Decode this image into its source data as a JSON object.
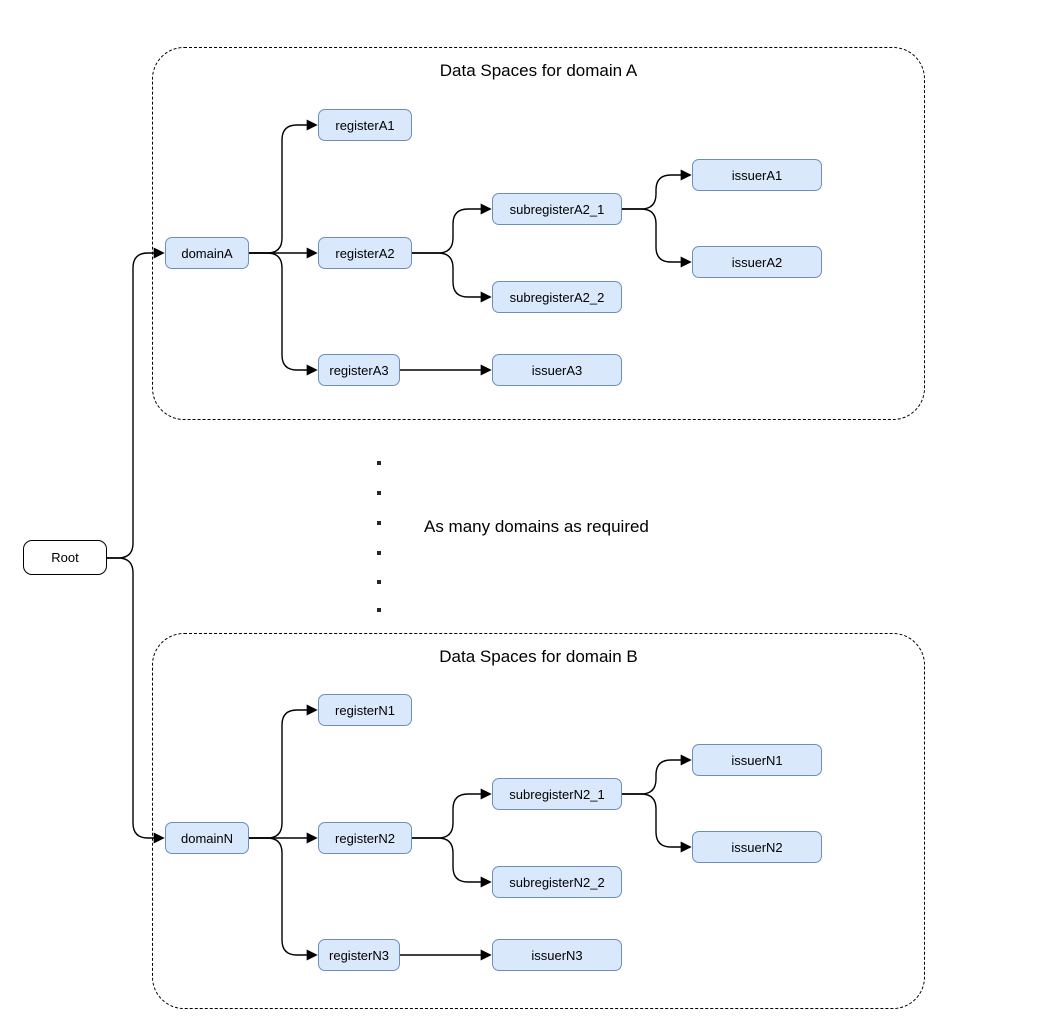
{
  "root_label": "Root",
  "middle_note": "As many domains as required",
  "containers": [
    {
      "title": "Data Spaces for domain A",
      "domain": "domainA",
      "register1": "registerA1",
      "register2": "registerA2",
      "register3": "registerA3",
      "subregister2_1": "subregisterA2_1",
      "subregister2_2": "subregisterA2_2",
      "issuer1": "issuerA1",
      "issuer2": "issuerA2",
      "issuer3": "issuerA3"
    },
    {
      "title": "Data Spaces for domain B",
      "domain": "domainN",
      "register1": "registerN1",
      "register2": "registerN2",
      "register3": "registerN3",
      "subregister2_1": "subregisterN2_1",
      "subregister2_2": "subregisterN2_2",
      "issuer1": "issuerN1",
      "issuer2": "issuerN2",
      "issuer3": "issuerN3"
    }
  ],
  "colors": {
    "node_fill": "#dae8fc",
    "node_border": "#6c8ebf",
    "root_fill": "#ffffff",
    "root_border": "#000000",
    "connector": "#000000",
    "container_border": "#000000",
    "text": "#000000"
  }
}
